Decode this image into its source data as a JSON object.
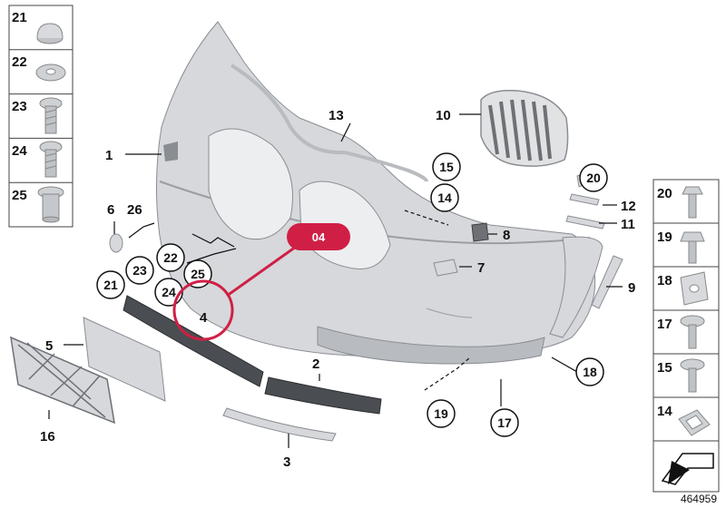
{
  "left_panel": [
    {
      "num": "21",
      "icon": "cap-plug-icon"
    },
    {
      "num": "22",
      "icon": "washer-icon"
    },
    {
      "num": "23",
      "icon": "screw-icon"
    },
    {
      "num": "24",
      "icon": "screw-icon"
    },
    {
      "num": "25",
      "icon": "expanding-nut-icon"
    }
  ],
  "right_panel": [
    {
      "num": "20",
      "icon": "screw-icon"
    },
    {
      "num": "19",
      "icon": "screw-icon"
    },
    {
      "num": "18",
      "icon": "clip-nut-icon"
    },
    {
      "num": "17",
      "icon": "screw-icon"
    },
    {
      "num": "15",
      "icon": "screw-icon"
    },
    {
      "num": "14",
      "icon": "grommet-icon"
    }
  ],
  "callouts": {
    "c1": "1",
    "c2": "2",
    "c3": "3",
    "c4": "4",
    "c5": "5",
    "c6": "6",
    "c7": "7",
    "c8": "8",
    "c9": "9",
    "c10": "10",
    "c11": "11",
    "c12": "12",
    "c13": "13",
    "c14": "14",
    "c15": "15",
    "c16": "16",
    "c17": "17",
    "c18": "18",
    "c19": "19",
    "c20": "20",
    "c21": "21",
    "c22": "22",
    "c23": "23",
    "c24": "24",
    "c25": "25",
    "c26": "26"
  },
  "highlight": {
    "badge": "04",
    "color": "#d01f45"
  },
  "doc_number": "464959"
}
